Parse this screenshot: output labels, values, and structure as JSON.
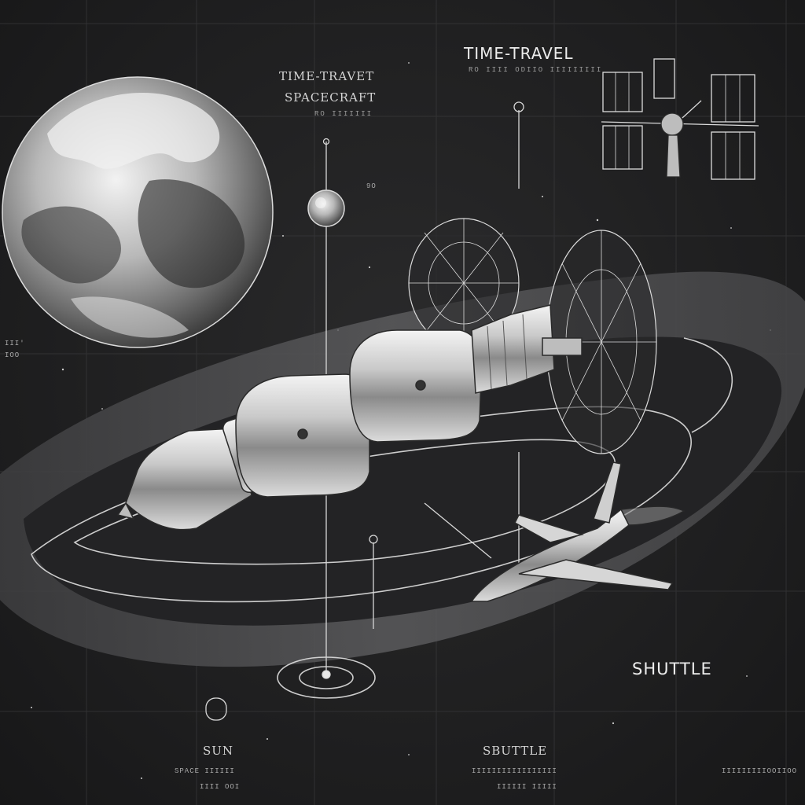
{
  "labels": {
    "spacecraft_title_1": "TIME-TRAVET",
    "spacecraft_title_2": "SPACECRAFT",
    "spacecraft_sub": "RO IIIIIII",
    "time_travel_title": "TIME-TRAVEL",
    "time_travel_sub": "RO IIII ODIIO IIIIIIIII",
    "shuttle_right": "SHUTTLE",
    "bottom_sun": "SUN",
    "bottom_sun_sub_1": "SPACE IIIIII",
    "bottom_sun_sub_2": "IIII OOI",
    "bottom_shuttle": "SBUTTLE",
    "bottom_shuttle_sub_1": "IIIIIIIIIIIIIIIII",
    "bottom_shuttle_sub_2": "IIIIII IIIII",
    "bottom_right_sub": "IIIIIIIIIOOIIOO",
    "left_margin_1": "III'",
    "left_margin_2": "IOO",
    "mid_marker": "9O"
  },
  "colors": {
    "background": "#1f1f20",
    "line": "#dcdcdc",
    "metal": "#e6e6e6",
    "ring": "#5a5a5c"
  }
}
